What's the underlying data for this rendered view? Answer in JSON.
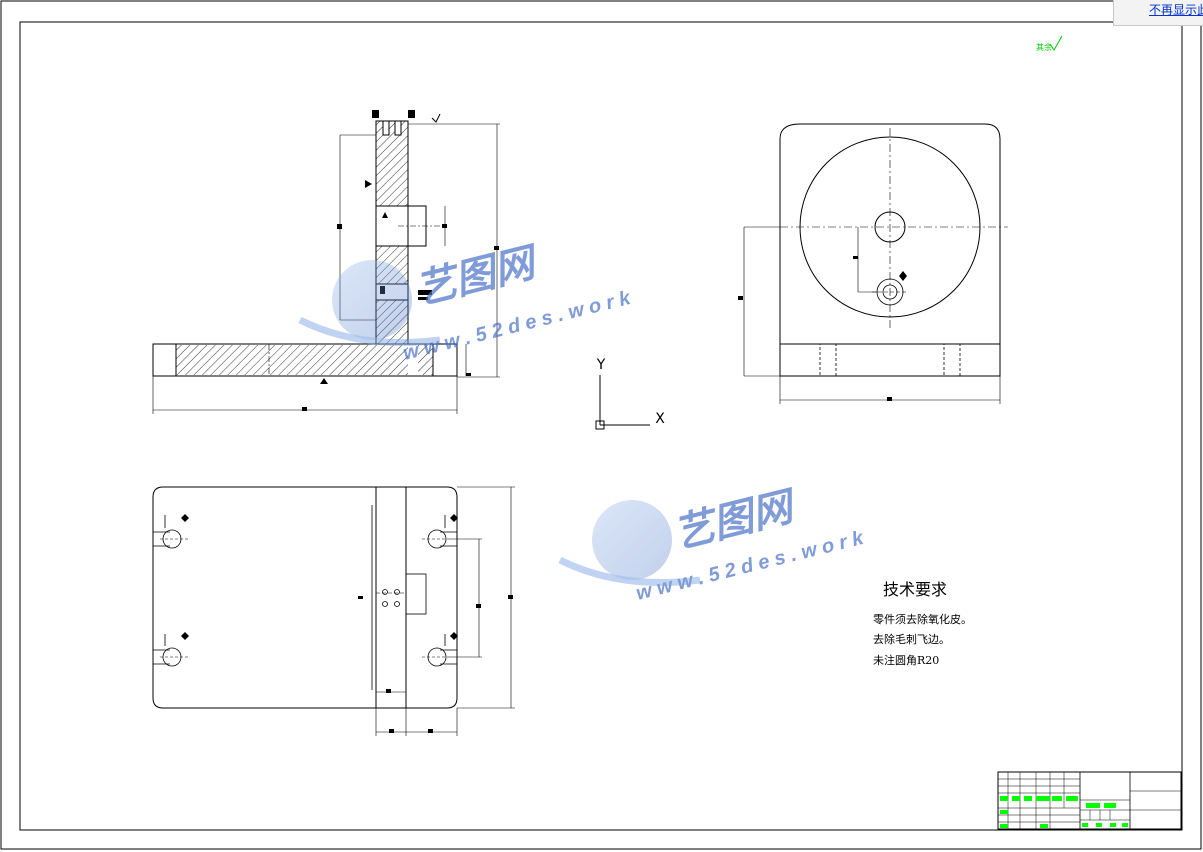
{
  "top_bar": {
    "dismiss_link": "不再显示此"
  },
  "surface_mark": "其余",
  "axes": {
    "y": "Y",
    "x": "X"
  },
  "watermark": {
    "brand": "艺图网",
    "url": "w w w . 5 2 d e s . w o r k"
  },
  "technical_requirements": {
    "title": "技术要求",
    "items": [
      "零件须去除氧化皮。",
      "去除毛刺飞边。",
      "未注圆角R20"
    ]
  },
  "colors": {
    "line": "#000000",
    "accent": "#00ff00",
    "watermark": "#4a72c8"
  }
}
